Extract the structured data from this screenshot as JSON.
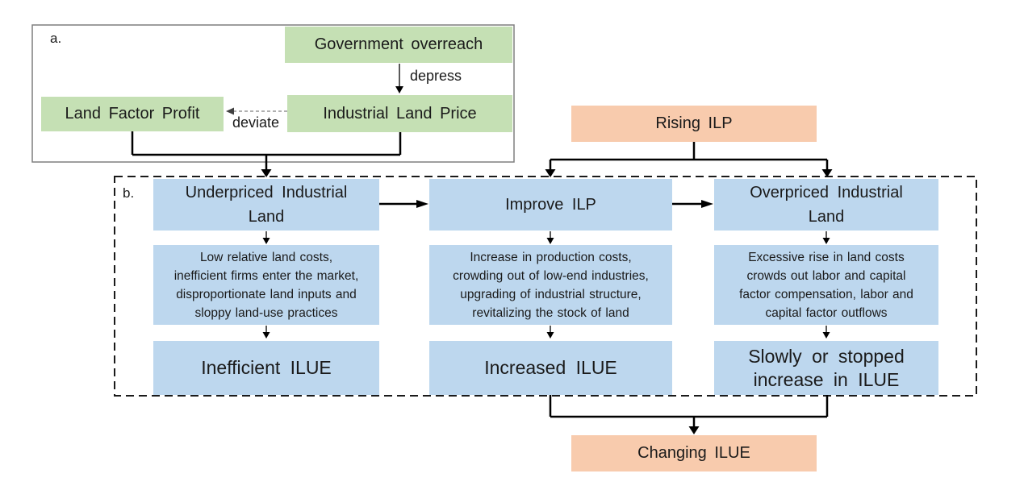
{
  "colors": {
    "green": "#c5e0b4",
    "blue": "#bdd7ee",
    "orange": "#f8cbad",
    "line": "#000000",
    "panel_border": "#7f7f7f",
    "dash": "#1a1a1a",
    "text": "#1a1a1a",
    "gray_line": "#808080"
  },
  "panel_a": {
    "label": "a.",
    "government_overreach": "Government overreach",
    "industrial_land_price": "Industrial Land Price",
    "land_factor_profit": "Land Factor Profit",
    "depress_label": "depress",
    "deviate_label": "deviate"
  },
  "panel_b": {
    "label": "b.",
    "rising_ilp": "Rising ILP",
    "changing_ilue": "Changing ILUE",
    "columns": [
      {
        "title": "Underpriced Industrial\nLand",
        "mechanism": "Low relative land costs,\ninefficient firms enter the market,\ndisproportionate land inputs and\nsloppy land-use practices",
        "outcome": "Inefficient ILUE"
      },
      {
        "title": "Improve ILP",
        "mechanism": "Increase in production costs,\ncrowding out of low-end industries,\nupgrading of industrial structure,\nrevitalizing the stock of land",
        "outcome": "Increased ILUE"
      },
      {
        "title": "Overpriced Industrial\nLand",
        "mechanism": "Excessive rise in land costs\ncrowds out labor and capital\nfactor compensation, labor and\ncapital factor outflows",
        "outcome": "Slowly or stopped\nincrease in ILUE"
      }
    ]
  }
}
